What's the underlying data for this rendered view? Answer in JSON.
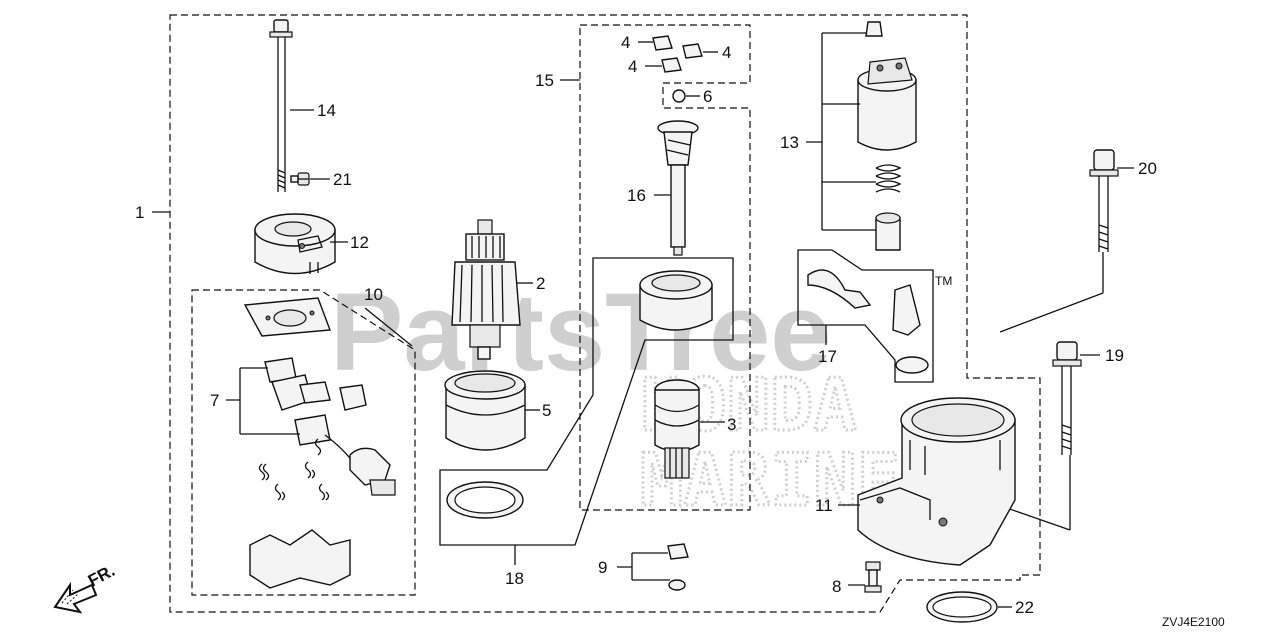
{
  "watermark": {
    "brand": "PartsTree",
    "trademark": "TM",
    "line1": "HONDA",
    "line2": "MARINE"
  },
  "diagram_code": "ZVJ4E2100",
  "direction_label": "FR.",
  "callouts": {
    "p1": "1",
    "p2": "2",
    "p3": "3",
    "p4a": "4",
    "p4b": "4",
    "p4c": "4",
    "p5": "5",
    "p6": "6",
    "p7": "7",
    "p8": "8",
    "p9": "9",
    "p10": "10",
    "p11": "11",
    "p12": "12",
    "p13": "13",
    "p14": "14",
    "p15": "15",
    "p16": "16",
    "p17": "17",
    "p18": "18",
    "p19": "19",
    "p20": "20",
    "p21": "21",
    "p22": "22"
  }
}
